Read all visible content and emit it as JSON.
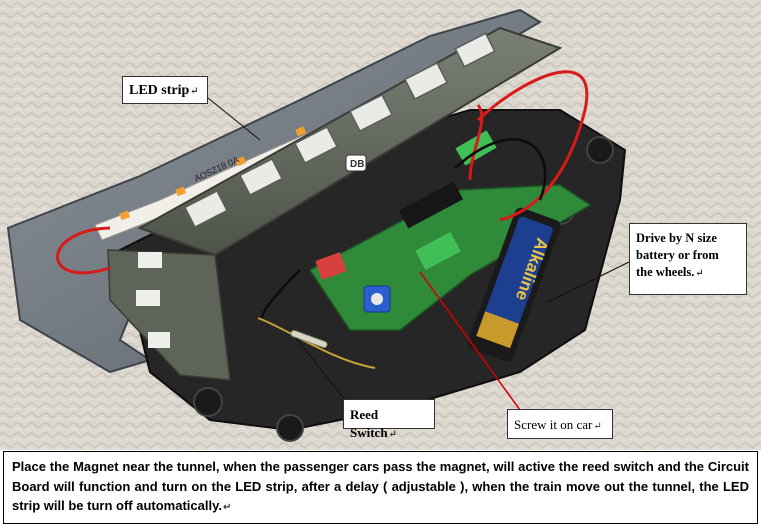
{
  "callouts": {
    "led_strip": "LED strip",
    "drive_line1": "Drive by N size",
    "drive_line2": "battery or from",
    "drive_line3": "the wheels.",
    "reed_switch": "Reed Switch",
    "screw": "Screw it on car"
  },
  "chip_label": "DB",
  "strip_print": "AOSZ18 0A",
  "battery_brand": "Alkaline",
  "caption": "Place the Magnet near the tunnel, when the passenger cars pass the magnet, will active the reed switch and the Circuit Board will function and turn on the LED strip, after a delay ( adjustable ), when the train move out the tunnel, the LED strip will be turn off automatically.",
  "return_mark": "↵",
  "colors": {
    "carpet": "#dcd7cf",
    "car_body": "#6e7268",
    "chassis": "#262626",
    "pcb": "#2f8a3a",
    "battery_blue": "#1d3f8f",
    "battery_gold": "#c79a2b",
    "wire_red": "#d71a1a",
    "leader_red": "#d40000"
  }
}
